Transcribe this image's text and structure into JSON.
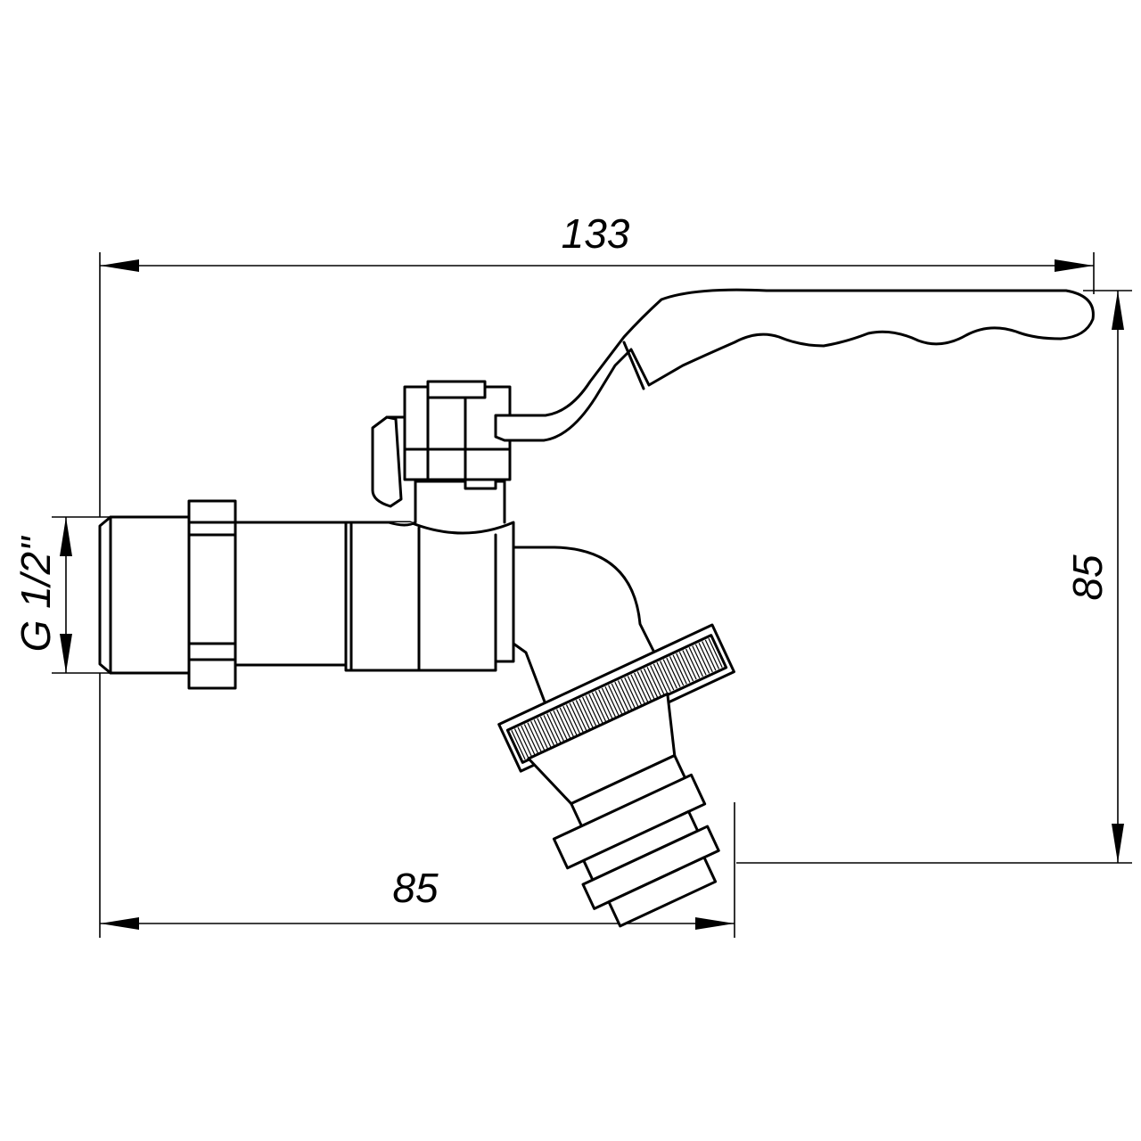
{
  "dimensions": {
    "overall_length": "133",
    "spout_length": "85",
    "overall_height": "85",
    "thread_size": "G 1/2\""
  },
  "colors": {
    "line": "#000000",
    "background": "#ffffff"
  }
}
